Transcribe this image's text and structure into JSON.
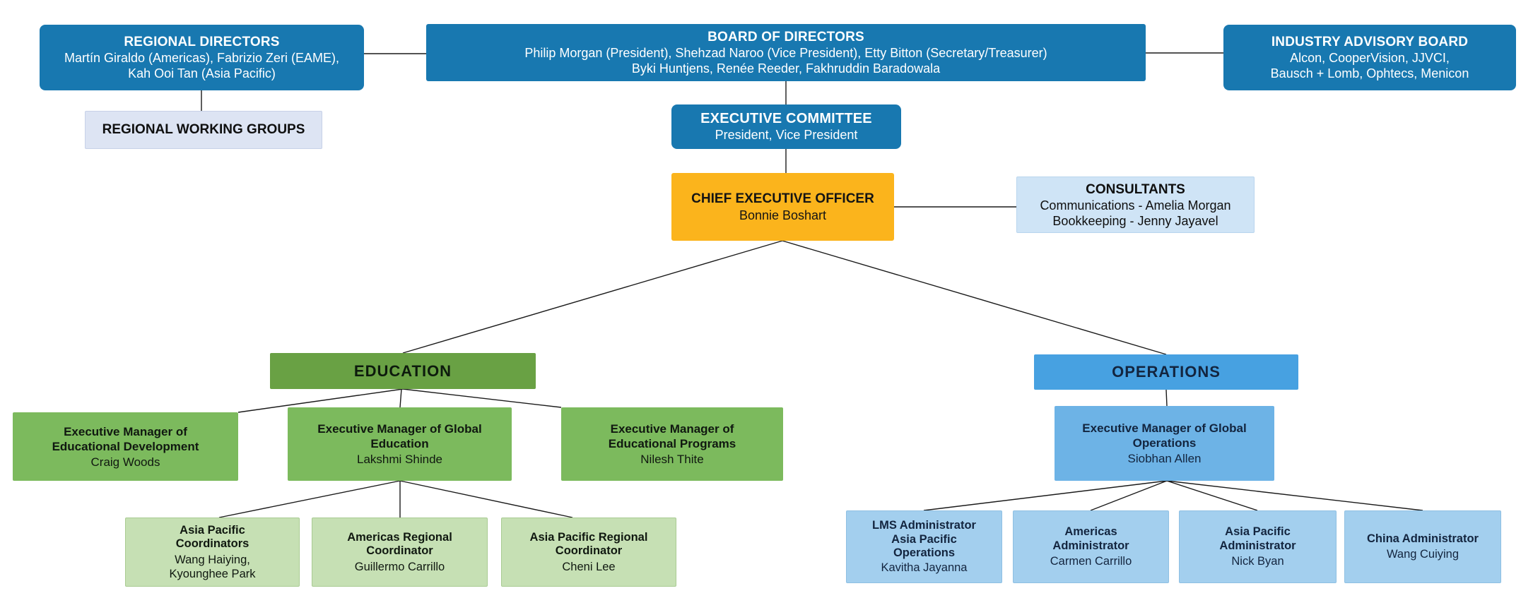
{
  "palette": {
    "header_blue": "#1878b0",
    "light_lavender": "#dde4f3",
    "accent_orange": "#fbb41c",
    "light_blue": "#cfe4f6",
    "dark_green": "#69a144",
    "medium_green": "#7cba5d",
    "pale_green": "#c6e0b4",
    "operations_blue": "#47a1e1",
    "operations_medium_blue": "#6db3e6",
    "operations_pale_blue": "#a3cfee"
  },
  "nodes": {
    "regional_directors": {
      "title": "REGIONAL DIRECTORS",
      "members": "Martín Giraldo (Americas), Fabrizio Zeri (EAME),\nKah Ooi Tan (Asia Pacific)"
    },
    "board_of_directors": {
      "title": "BOARD OF DIRECTORS",
      "members": "Philip Morgan (President), Shehzad Naroo (Vice President), Etty Bitton (Secretary/Treasurer)\nByki Huntjens, Renée Reeder, Fakhruddin Baradowala"
    },
    "industry_advisory_board": {
      "title": "INDUSTRY ADVISORY BOARD",
      "members": "Alcon, CooperVision, JJVCI,\nBausch + Lomb, Ophtecs, Menicon"
    },
    "regional_working_groups": {
      "title": "REGIONAL WORKING GROUPS"
    },
    "executive_committee": {
      "title": "EXECUTIVE COMMITTEE",
      "members": "President, Vice President"
    },
    "chief_executive_officer": {
      "title": "CHIEF EXECUTIVE OFFICER",
      "name": "Bonnie Boshart"
    },
    "consultants": {
      "title": "CONSULTANTS",
      "members": "Communications - Amelia Morgan\nBookkeeping - Jenny Jayavel"
    },
    "education_division": {
      "title": "EDUCATION"
    },
    "education_managers": [
      {
        "title": "Executive Manager of\nEducational Development",
        "name": "Craig Woods"
      },
      {
        "title": "Executive Manager of Global\nEducation",
        "name": "Lakshmi Shinde"
      },
      {
        "title": "Executive Manager of\nEducational Programs",
        "name": "Nilesh Thite"
      }
    ],
    "education_coordinators": [
      {
        "title": "Asia Pacific\nCoordinators",
        "name": "Wang Haiying,\nKyounghee Park"
      },
      {
        "title": "Americas Regional\nCoordinator",
        "name": "Guillermo Carrillo"
      },
      {
        "title": "Asia Pacific Regional\nCoordinator",
        "name": "Cheni Lee"
      }
    ],
    "operations_division": {
      "title": "OPERATIONS"
    },
    "operations_manager": {
      "title": "Executive Manager of Global\nOperations",
      "name": "Siobhan Allen"
    },
    "operations_admins": [
      {
        "title": "LMS Administrator\nAsia Pacific\nOperations",
        "name": "Kavitha Jayanna"
      },
      {
        "title": "Americas\nAdministrator",
        "name": "Carmen Carrillo"
      },
      {
        "title": "Asia Pacific\nAdministrator",
        "name": "Nick Byan"
      },
      {
        "title": "China Administrator",
        "name": "Wang Cuiying"
      }
    ]
  }
}
